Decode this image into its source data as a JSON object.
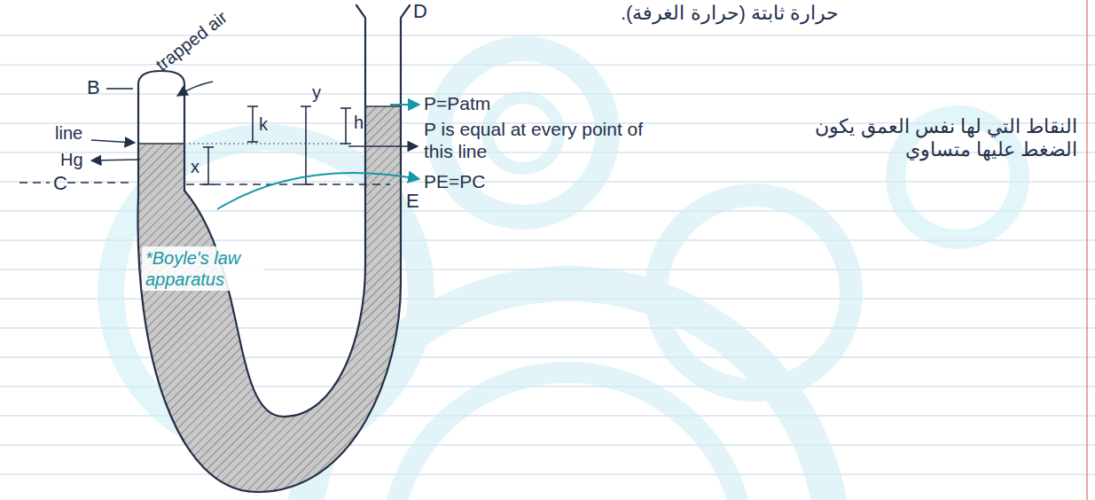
{
  "diagram": {
    "labels": [
      "حرارة ثابتة (حرارة الغرفة).",
      "D",
      "B",
      "trapped air",
      "P=Patm",
      "k",
      "y",
      "h",
      "line",
      "P is equal at every point of this line",
      "النقاط التي لها نفس العمق يكون الضغط عليها متساوي",
      "Hg",
      "x",
      "C",
      "E",
      "PE=PC",
      "*Boyle's law apparatus"
    ]
  }
}
